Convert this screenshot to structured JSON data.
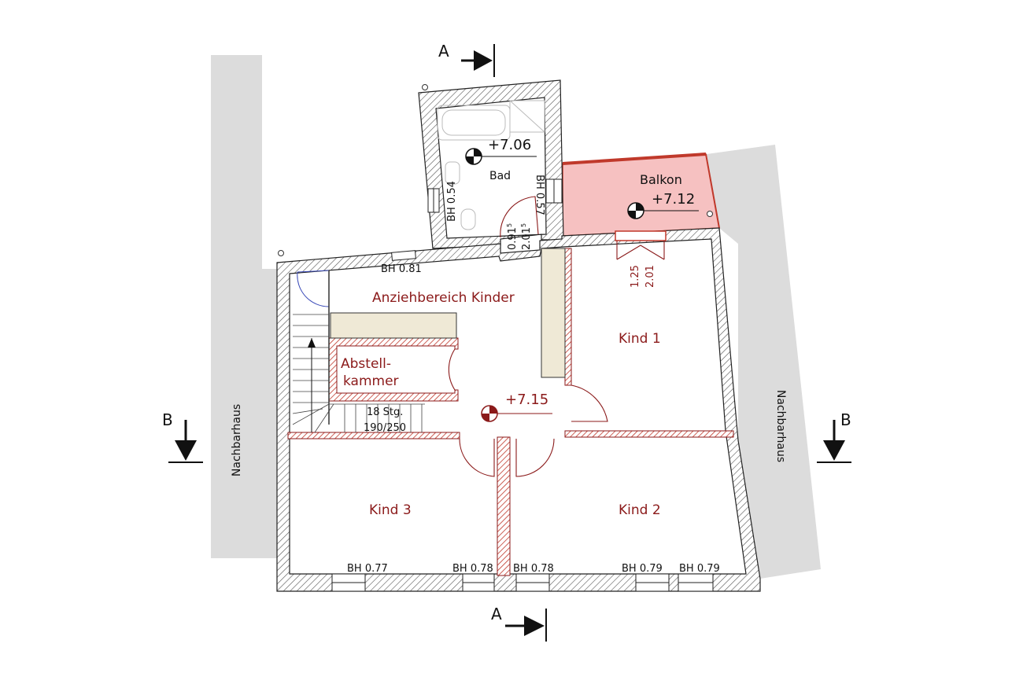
{
  "colors": {
    "interior_wall": "#c0392b",
    "label_red": "#8b1a1a",
    "neighbor_fill": "#dcdcdc",
    "balcony_fill": "#f6c1c1",
    "cabinet_fill": "#efe9d6",
    "ink": "#111111"
  },
  "rooms": {
    "bad": "Bad",
    "balkon": "Balkon",
    "anziehbereich": "Anziehbereich Kinder",
    "abstell_line1": "Abstell-",
    "abstell_line2": "kammer",
    "kind1": "Kind 1",
    "kind2": "Kind 2",
    "kind3": "Kind 3"
  },
  "levels": {
    "bad": "+7.06",
    "balkon": "+7.12",
    "flur": "+7.15"
  },
  "neighbors": {
    "left": "Nachbarhaus",
    "right": "Nachbarhaus"
  },
  "sections": {
    "a_top": "A",
    "a_bottom": "A",
    "b_left": "B",
    "b_right": "B"
  },
  "windows": {
    "bad_left": "BH 0.54",
    "bad_right": "BH 0.57",
    "top": "BH 0.81",
    "bottom_1": "BH 0.77",
    "bottom_2": "BH 0.78",
    "bottom_3": "BH 0.78",
    "bottom_4": "BH 0.79",
    "bottom_5": "BH 0.79"
  },
  "doors": {
    "bad_width": "0.91",
    "bad_width_sup": "5",
    "bad_height": "2.01",
    "bad_height_sup": "5",
    "balkon_width": "1.25",
    "balkon_height": "2.01"
  },
  "stairs": {
    "steps": "18 Stg.",
    "ratio": "190/250"
  }
}
